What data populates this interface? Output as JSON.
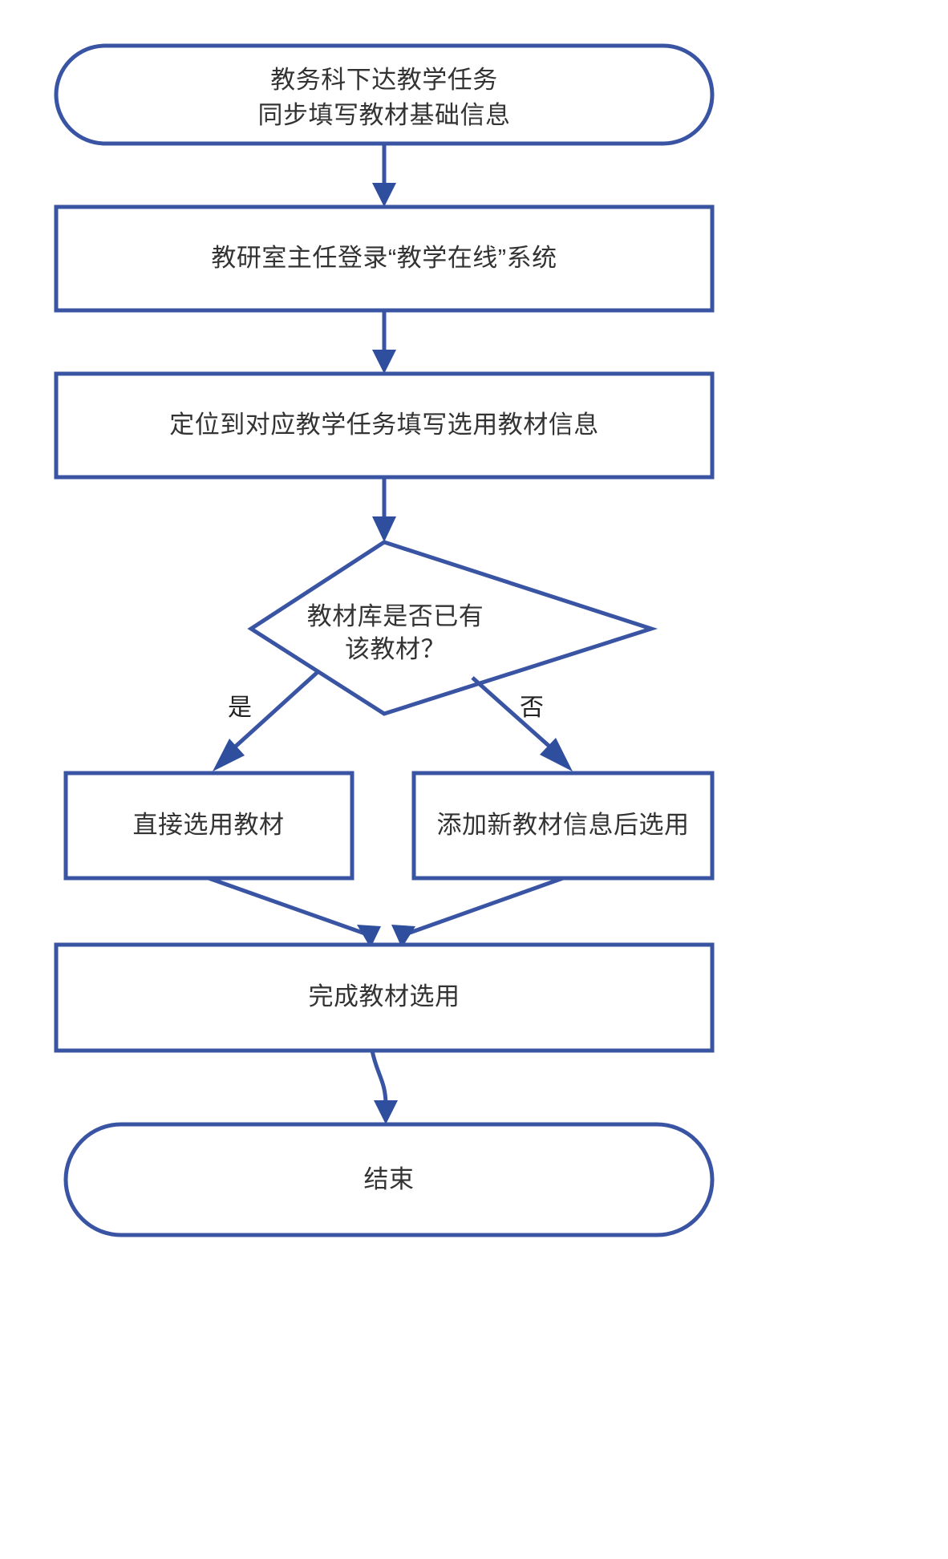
{
  "diagram": {
    "type": "flowchart",
    "orientation": "top-to-bottom",
    "background_color": "#ffffff",
    "stroke_color": "#3a54a4",
    "arrow_fill_color": "#2f4f9e",
    "text_color": "#333333",
    "nodes": [
      {
        "id": "start",
        "shape": "terminator",
        "lines": [
          "教务科下达教学任务",
          "同步填写教材基础信息"
        ],
        "line1": "教务科下达教学任务",
        "line2": "同步填写教材基础信息"
      },
      {
        "id": "login",
        "shape": "process",
        "line1": "教研室主任登录“教学在线”系统"
      },
      {
        "id": "fill-info",
        "shape": "process",
        "line1": "定位到对应教学任务填写选用教材信息"
      },
      {
        "id": "decision-library",
        "shape": "decision",
        "line1": "教材库是否已有",
        "line2": "该教材？"
      },
      {
        "id": "direct-select",
        "shape": "process",
        "line1": "直接选用教材"
      },
      {
        "id": "add-new",
        "shape": "process",
        "line1": "添加新教材信息后选用"
      },
      {
        "id": "complete",
        "shape": "process",
        "line1": "完成教材选用"
      },
      {
        "id": "end",
        "shape": "terminator",
        "line1": "结束"
      }
    ],
    "edge_labels": {
      "yes": "是",
      "no": "否"
    }
  }
}
